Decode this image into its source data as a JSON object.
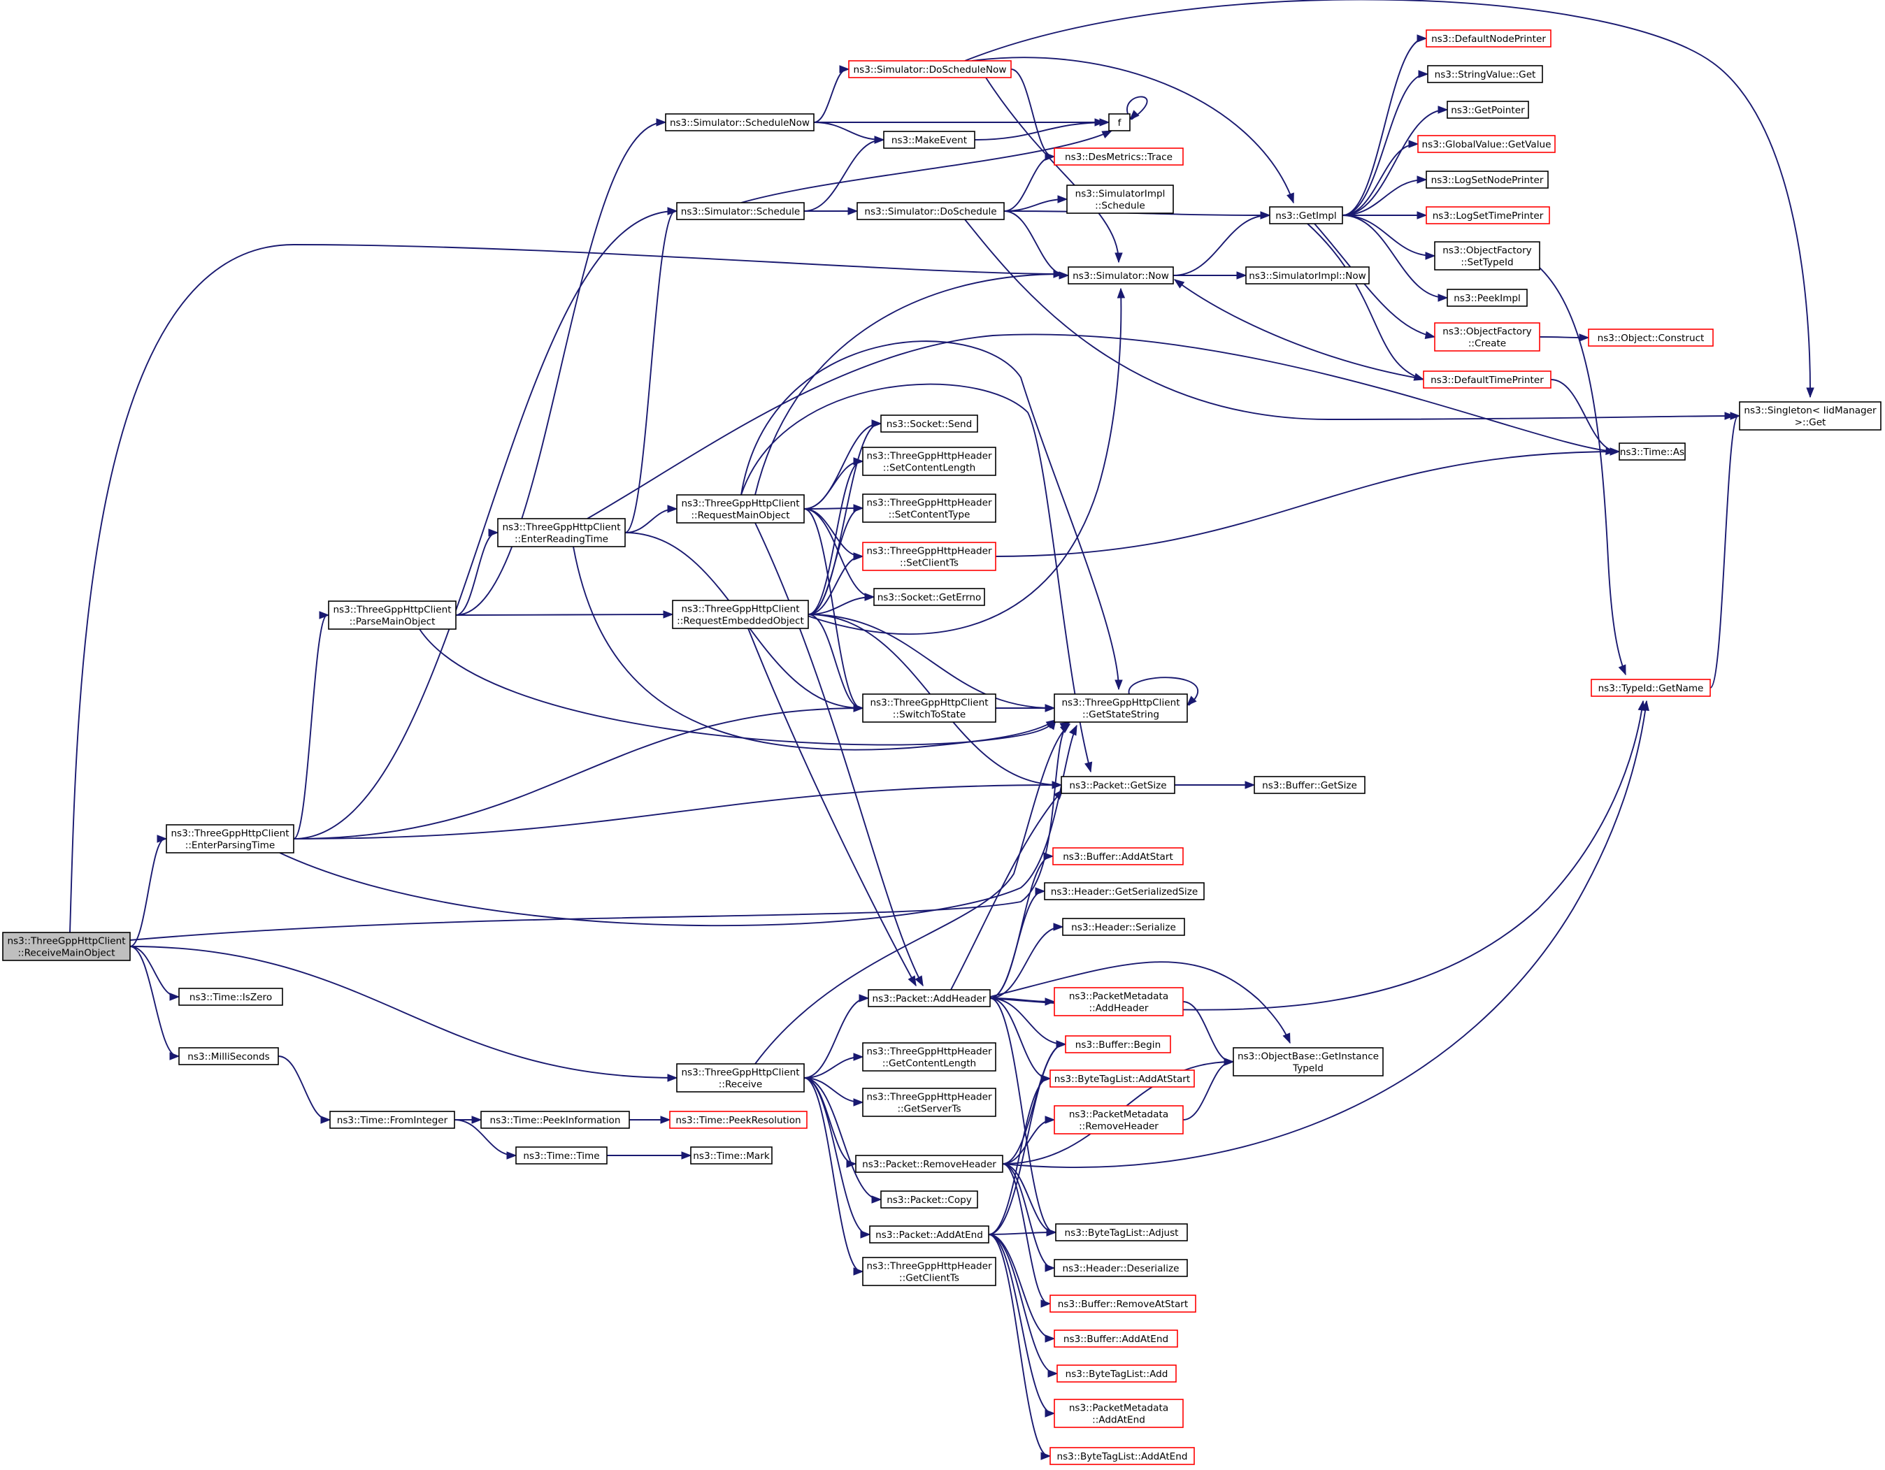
{
  "colors": {
    "edge": "#191970",
    "border_normal": "#000000",
    "border_truncated": "#ff0000",
    "fill_normal": "#ffffff",
    "fill_root": "#bfbfbf"
  },
  "nodes": [
    {
      "id": "root",
      "lines": [
        "ns3::ThreeGppHttpClient",
        "::ReceiveMainObject"
      ],
      "style": "root"
    },
    {
      "id": "enterParsingTime",
      "lines": [
        "ns3::ThreeGppHttpClient",
        "::EnterParsingTime"
      ],
      "style": "normal"
    },
    {
      "id": "isZero",
      "lines": [
        "ns3::Time::IsZero"
      ],
      "style": "normal"
    },
    {
      "id": "milliSeconds",
      "lines": [
        "ns3::MilliSeconds"
      ],
      "style": "normal"
    },
    {
      "id": "fromInteger",
      "lines": [
        "ns3::Time::FromInteger"
      ],
      "style": "normal"
    },
    {
      "id": "parseMainObject",
      "lines": [
        "ns3::ThreeGppHttpClient",
        "::ParseMainObject"
      ],
      "style": "normal"
    },
    {
      "id": "enterReadingTime",
      "lines": [
        "ns3::ThreeGppHttpClient",
        "::EnterReadingTime"
      ],
      "style": "normal"
    },
    {
      "id": "scheduleNow",
      "lines": [
        "ns3::Simulator::ScheduleNow"
      ],
      "style": "normal"
    },
    {
      "id": "schedule",
      "lines": [
        "ns3::Simulator::Schedule"
      ],
      "style": "normal"
    },
    {
      "id": "requestMainObject",
      "lines": [
        "ns3::ThreeGppHttpClient",
        "::RequestMainObject"
      ],
      "style": "normal"
    },
    {
      "id": "requestEmbeddedObject",
      "lines": [
        "ns3::ThreeGppHttpClient",
        "::RequestEmbeddedObject"
      ],
      "style": "normal"
    },
    {
      "id": "receive",
      "lines": [
        "ns3::ThreeGppHttpClient",
        "::Receive"
      ],
      "style": "normal"
    },
    {
      "id": "peekInformation",
      "lines": [
        "ns3::Time::PeekInformation"
      ],
      "style": "normal"
    },
    {
      "id": "timeTime",
      "lines": [
        "ns3::Time::Time"
      ],
      "style": "normal"
    },
    {
      "id": "peekResolution",
      "lines": [
        "ns3::Time::PeekResolution"
      ],
      "style": "truncated"
    },
    {
      "id": "timeMark",
      "lines": [
        "ns3::Time::Mark"
      ],
      "style": "normal"
    },
    {
      "id": "doScheduleNow",
      "lines": [
        "ns3::Simulator::DoScheduleNow"
      ],
      "style": "truncated"
    },
    {
      "id": "makeEvent",
      "lines": [
        "ns3::MakeEvent"
      ],
      "style": "normal"
    },
    {
      "id": "doSchedule",
      "lines": [
        "ns3::Simulator::DoSchedule"
      ],
      "style": "normal"
    },
    {
      "id": "socketSend",
      "lines": [
        "ns3::Socket::Send"
      ],
      "style": "normal"
    },
    {
      "id": "setContentLength",
      "lines": [
        "ns3::ThreeGppHttpHeader",
        "::SetContentLength"
      ],
      "style": "normal"
    },
    {
      "id": "setContentType",
      "lines": [
        "ns3::ThreeGppHttpHeader",
        "::SetContentType"
      ],
      "style": "normal"
    },
    {
      "id": "setClientTs",
      "lines": [
        "ns3::ThreeGppHttpHeader",
        "::SetClientTs"
      ],
      "style": "truncated"
    },
    {
      "id": "getErrno",
      "lines": [
        "ns3::Socket::GetErrno"
      ],
      "style": "normal"
    },
    {
      "id": "switchToState",
      "lines": [
        "ns3::ThreeGppHttpClient",
        "::SwitchToState"
      ],
      "style": "normal"
    },
    {
      "id": "addHeader",
      "lines": [
        "ns3::Packet::AddHeader"
      ],
      "style": "normal"
    },
    {
      "id": "getContentLength",
      "lines": [
        "ns3::ThreeGppHttpHeader",
        "::GetContentLength"
      ],
      "style": "normal"
    },
    {
      "id": "getServerTs",
      "lines": [
        "ns3::ThreeGppHttpHeader",
        "::GetServerTs"
      ],
      "style": "normal"
    },
    {
      "id": "removeHeader",
      "lines": [
        "ns3::Packet::RemoveHeader"
      ],
      "style": "normal"
    },
    {
      "id": "packetCopy",
      "lines": [
        "ns3::Packet::Copy"
      ],
      "style": "normal"
    },
    {
      "id": "addAtEnd",
      "lines": [
        "ns3::Packet::AddAtEnd"
      ],
      "style": "normal"
    },
    {
      "id": "getClientTs",
      "lines": [
        "ns3::ThreeGppHttpHeader",
        "::GetClientTs"
      ],
      "style": "normal"
    },
    {
      "id": "f",
      "lines": [
        "f"
      ],
      "style": "normal"
    },
    {
      "id": "desTrace",
      "lines": [
        "ns3::DesMetrics::Trace"
      ],
      "style": "truncated"
    },
    {
      "id": "simImplSchedule",
      "lines": [
        "ns3::SimulatorImpl",
        "::Schedule"
      ],
      "style": "normal"
    },
    {
      "id": "simNow",
      "lines": [
        "ns3::Simulator::Now"
      ],
      "style": "normal"
    },
    {
      "id": "getStateString",
      "lines": [
        "ns3::ThreeGppHttpClient",
        "::GetStateString"
      ],
      "style": "normal"
    },
    {
      "id": "packetGetSize",
      "lines": [
        "ns3::Packet::GetSize"
      ],
      "style": "normal"
    },
    {
      "id": "bufAddAtStart",
      "lines": [
        "ns3::Buffer::AddAtStart"
      ],
      "style": "truncated"
    },
    {
      "id": "hdrGetSerSize",
      "lines": [
        "ns3::Header::GetSerializedSize"
      ],
      "style": "normal"
    },
    {
      "id": "hdrSerialize",
      "lines": [
        "ns3::Header::Serialize"
      ],
      "style": "normal"
    },
    {
      "id": "pmAddHeader",
      "lines": [
        "ns3::PacketMetadata",
        "::AddHeader"
      ],
      "style": "truncated"
    },
    {
      "id": "bufBegin",
      "lines": [
        "ns3::Buffer::Begin"
      ],
      "style": "truncated"
    },
    {
      "id": "btlAddAtStart",
      "lines": [
        "ns3::ByteTagList::AddAtStart"
      ],
      "style": "truncated"
    },
    {
      "id": "pmRemoveHeader",
      "lines": [
        "ns3::PacketMetadata",
        "::RemoveHeader"
      ],
      "style": "truncated"
    },
    {
      "id": "btlAdjust",
      "lines": [
        "ns3::ByteTagList::Adjust"
      ],
      "style": "normal"
    },
    {
      "id": "hdrDeserialize",
      "lines": [
        "ns3::Header::Deserialize"
      ],
      "style": "normal"
    },
    {
      "id": "bufRemoveAtStart",
      "lines": [
        "ns3::Buffer::RemoveAtStart"
      ],
      "style": "truncated"
    },
    {
      "id": "bufAddAtEnd",
      "lines": [
        "ns3::Buffer::AddAtEnd"
      ],
      "style": "truncated"
    },
    {
      "id": "btlAdd",
      "lines": [
        "ns3::ByteTagList::Add"
      ],
      "style": "truncated"
    },
    {
      "id": "pmAddAtEnd",
      "lines": [
        "ns3::PacketMetadata",
        "::AddAtEnd"
      ],
      "style": "truncated"
    },
    {
      "id": "btlAddAtEnd",
      "lines": [
        "ns3::ByteTagList::AddAtEnd"
      ],
      "style": "truncated"
    },
    {
      "id": "getImpl",
      "lines": [
        "ns3::GetImpl"
      ],
      "style": "normal"
    },
    {
      "id": "simImplNow",
      "lines": [
        "ns3::SimulatorImpl::Now"
      ],
      "style": "normal"
    },
    {
      "id": "bufGetSize",
      "lines": [
        "ns3::Buffer::GetSize"
      ],
      "style": "normal"
    },
    {
      "id": "objBaseGetInstTid",
      "lines": [
        "ns3::ObjectBase::GetInstance",
        "TypeId"
      ],
      "style": "normal"
    },
    {
      "id": "defaultNodePrinter",
      "lines": [
        "ns3::DefaultNodePrinter"
      ],
      "style": "truncated"
    },
    {
      "id": "stringValueGet",
      "lines": [
        "ns3::StringValue::Get"
      ],
      "style": "normal"
    },
    {
      "id": "getPointer",
      "lines": [
        "ns3::GetPointer"
      ],
      "style": "normal"
    },
    {
      "id": "globalValueGetValue",
      "lines": [
        "ns3::GlobalValue::GetValue"
      ],
      "style": "truncated"
    },
    {
      "id": "logSetNodePrinter",
      "lines": [
        "ns3::LogSetNodePrinter"
      ],
      "style": "normal"
    },
    {
      "id": "logSetTimePrinter",
      "lines": [
        "ns3::LogSetTimePrinter"
      ],
      "style": "truncated"
    },
    {
      "id": "objFactorySetTypeId",
      "lines": [
        "ns3::ObjectFactory",
        "::SetTypeId"
      ],
      "style": "normal"
    },
    {
      "id": "peekImpl",
      "lines": [
        "ns3::PeekImpl"
      ],
      "style": "normal"
    },
    {
      "id": "objFactoryCreate",
      "lines": [
        "ns3::ObjectFactory",
        "::Create"
      ],
      "style": "truncated"
    },
    {
      "id": "defaultTimePrinter",
      "lines": [
        "ns3::DefaultTimePrinter"
      ],
      "style": "truncated"
    },
    {
      "id": "objConstruct",
      "lines": [
        "ns3::Object::Construct"
      ],
      "style": "truncated"
    },
    {
      "id": "timeAs",
      "lines": [
        "ns3::Time::As"
      ],
      "style": "normal"
    },
    {
      "id": "typeIdGetName",
      "lines": [
        "ns3::TypeId::GetName"
      ],
      "style": "truncated"
    },
    {
      "id": "singletonGet",
      "lines": [
        "ns3::Singleton< IidManager",
        " >::Get"
      ],
      "style": "normal"
    }
  ],
  "edges": [
    [
      "root",
      "enterParsingTime"
    ],
    [
      "root",
      "isZero"
    ],
    [
      "root",
      "milliSeconds"
    ],
    [
      "root",
      "receive"
    ],
    [
      "root",
      "simNow"
    ],
    [
      "root",
      "getStateString"
    ],
    [
      "enterParsingTime",
      "parseMainObject"
    ],
    [
      "enterParsingTime",
      "schedule"
    ],
    [
      "enterParsingTime",
      "switchToState"
    ],
    [
      "enterParsingTime",
      "getStateString"
    ],
    [
      "enterParsingTime",
      "packetGetSize"
    ],
    [
      "milliSeconds",
      "fromInteger"
    ],
    [
      "fromInteger",
      "peekInformation"
    ],
    [
      "fromInteger",
      "timeTime"
    ],
    [
      "peekInformation",
      "peekResolution"
    ],
    [
      "timeTime",
      "timeMark"
    ],
    [
      "parseMainObject",
      "enterReadingTime"
    ],
    [
      "parseMainObject",
      "requestEmbeddedObject"
    ],
    [
      "parseMainObject",
      "scheduleNow"
    ],
    [
      "parseMainObject",
      "getStateString"
    ],
    [
      "enterReadingTime",
      "requestMainObject"
    ],
    [
      "enterReadingTime",
      "schedule"
    ],
    [
      "enterReadingTime",
      "switchToState"
    ],
    [
      "enterReadingTime",
      "getStateString"
    ],
    [
      "enterReadingTime",
      "timeAs"
    ],
    [
      "scheduleNow",
      "doScheduleNow"
    ],
    [
      "scheduleNow",
      "makeEvent"
    ],
    [
      "scheduleNow",
      "f"
    ],
    [
      "schedule",
      "makeEvent"
    ],
    [
      "schedule",
      "doSchedule"
    ],
    [
      "schedule",
      "f"
    ],
    [
      "makeEvent",
      "f"
    ],
    [
      "f",
      "f"
    ],
    [
      "doScheduleNow",
      "desTrace"
    ],
    [
      "doScheduleNow",
      "simNow"
    ],
    [
      "doScheduleNow",
      "getImpl"
    ],
    [
      "doScheduleNow",
      "singletonGet"
    ],
    [
      "doSchedule",
      "desTrace"
    ],
    [
      "doSchedule",
      "simImplSchedule"
    ],
    [
      "doSchedule",
      "simNow"
    ],
    [
      "doSchedule",
      "getImpl"
    ],
    [
      "doSchedule",
      "singletonGet"
    ],
    [
      "requestMainObject",
      "socketSend"
    ],
    [
      "requestMainObject",
      "setContentLength"
    ],
    [
      "requestMainObject",
      "setContentType"
    ],
    [
      "requestMainObject",
      "setClientTs"
    ],
    [
      "requestMainObject",
      "getErrno"
    ],
    [
      "requestMainObject",
      "switchToState"
    ],
    [
      "requestMainObject",
      "addHeader"
    ],
    [
      "requestMainObject",
      "simNow"
    ],
    [
      "requestMainObject",
      "getStateString"
    ],
    [
      "requestMainObject",
      "packetGetSize"
    ],
    [
      "requestEmbeddedObject",
      "socketSend"
    ],
    [
      "requestEmbeddedObject",
      "setContentLength"
    ],
    [
      "requestEmbeddedObject",
      "setContentType"
    ],
    [
      "requestEmbeddedObject",
      "setClientTs"
    ],
    [
      "requestEmbeddedObject",
      "getErrno"
    ],
    [
      "requestEmbeddedObject",
      "switchToState"
    ],
    [
      "requestEmbeddedObject",
      "addHeader"
    ],
    [
      "requestEmbeddedObject",
      "simNow"
    ],
    [
      "requestEmbeddedObject",
      "getStateString"
    ],
    [
      "requestEmbeddedObject",
      "packetGetSize"
    ],
    [
      "receive",
      "addHeader"
    ],
    [
      "receive",
      "getContentLength"
    ],
    [
      "receive",
      "getServerTs"
    ],
    [
      "receive",
      "removeHeader"
    ],
    [
      "receive",
      "packetCopy"
    ],
    [
      "receive",
      "addAtEnd"
    ],
    [
      "receive",
      "getClientTs"
    ],
    [
      "receive",
      "getStateString"
    ],
    [
      "switchToState",
      "getStateString"
    ],
    [
      "getStateString",
      "getStateString"
    ],
    [
      "setClientTs",
      "timeAs"
    ],
    [
      "simNow",
      "getImpl"
    ],
    [
      "simNow",
      "simImplNow"
    ],
    [
      "packetGetSize",
      "bufGetSize"
    ],
    [
      "addHeader",
      "bufAddAtStart"
    ],
    [
      "addHeader",
      "hdrGetSerSize"
    ],
    [
      "addHeader",
      "hdrSerialize"
    ],
    [
      "addHeader",
      "pmAddHeader"
    ],
    [
      "addHeader",
      "bufBegin"
    ],
    [
      "addHeader",
      "btlAddAtStart"
    ],
    [
      "addHeader",
      "btlAdjust"
    ],
    [
      "addHeader",
      "objBaseGetInstTid"
    ],
    [
      "addHeader",
      "typeIdGetName"
    ],
    [
      "addHeader",
      "packetGetSize"
    ],
    [
      "removeHeader",
      "pmRemoveHeader"
    ],
    [
      "removeHeader",
      "btlAdjust"
    ],
    [
      "removeHeader",
      "hdrDeserialize"
    ],
    [
      "removeHeader",
      "bufRemoveAtStart"
    ],
    [
      "removeHeader",
      "bufBegin"
    ],
    [
      "removeHeader",
      "objBaseGetInstTid"
    ],
    [
      "removeHeader",
      "typeIdGetName"
    ],
    [
      "addAtEnd",
      "btlAdjust"
    ],
    [
      "addAtEnd",
      "bufAddAtEnd"
    ],
    [
      "addAtEnd",
      "btlAdd"
    ],
    [
      "addAtEnd",
      "pmAddAtEnd"
    ],
    [
      "addAtEnd",
      "btlAddAtEnd"
    ],
    [
      "addAtEnd",
      "bufBegin"
    ],
    [
      "addAtEnd",
      "btlAddAtStart"
    ],
    [
      "pmAddHeader",
      "objBaseGetInstTid"
    ],
    [
      "pmRemoveHeader",
      "objBaseGetInstTid"
    ],
    [
      "getImpl",
      "defaultNodePrinter"
    ],
    [
      "getImpl",
      "stringValueGet"
    ],
    [
      "getImpl",
      "getPointer"
    ],
    [
      "getImpl",
      "globalValueGetValue"
    ],
    [
      "getImpl",
      "logSetNodePrinter"
    ],
    [
      "getImpl",
      "logSetTimePrinter"
    ],
    [
      "getImpl",
      "objFactorySetTypeId"
    ],
    [
      "getImpl",
      "peekImpl"
    ],
    [
      "getImpl",
      "objFactoryCreate"
    ],
    [
      "getImpl",
      "defaultTimePrinter"
    ],
    [
      "objFactoryCreate",
      "objConstruct"
    ],
    [
      "objFactorySetTypeId",
      "typeIdGetName"
    ],
    [
      "defaultTimePrinter",
      "simNow"
    ],
    [
      "defaultTimePrinter",
      "timeAs"
    ],
    [
      "typeIdGetName",
      "singletonGet"
    ]
  ]
}
